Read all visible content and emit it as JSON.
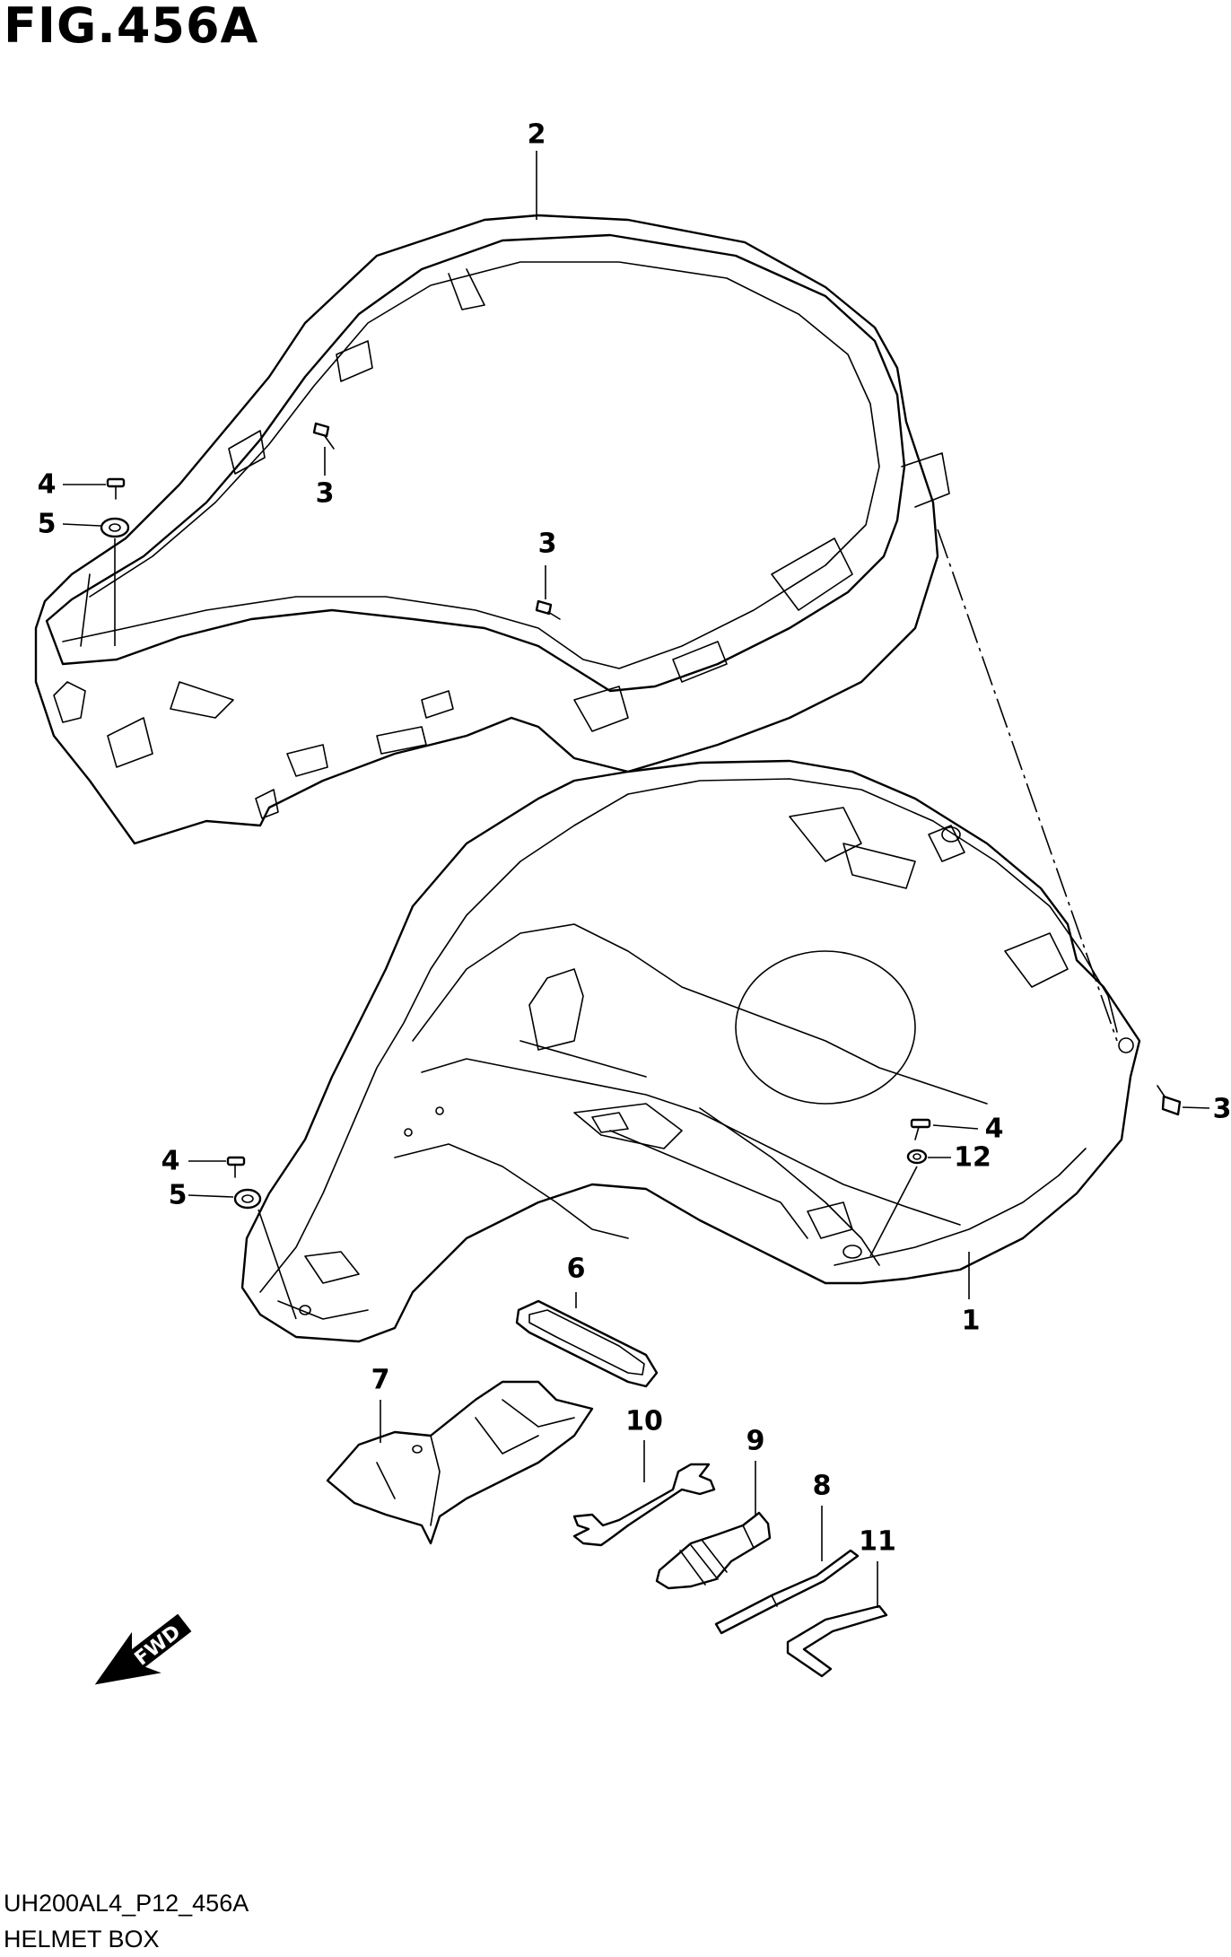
{
  "figure": {
    "title": "FIG.456A",
    "code": "UH200AL4_P12_456A",
    "name": "HELMET BOX"
  },
  "direction_marker": {
    "label": "FWD",
    "icon": "fwd-arrow-icon"
  },
  "callouts": [
    {
      "id": "c2",
      "label": "2"
    },
    {
      "id": "c4a",
      "label": "4"
    },
    {
      "id": "c5a",
      "label": "5"
    },
    {
      "id": "c3a",
      "label": "3"
    },
    {
      "id": "c3b",
      "label": "3"
    },
    {
      "id": "c3c",
      "label": "3"
    },
    {
      "id": "c4b",
      "label": "4"
    },
    {
      "id": "c12",
      "label": "12"
    },
    {
      "id": "c4c",
      "label": "4"
    },
    {
      "id": "c5b",
      "label": "5"
    },
    {
      "id": "c6",
      "label": "6"
    },
    {
      "id": "c1",
      "label": "1"
    },
    {
      "id": "c7",
      "label": "7"
    },
    {
      "id": "c10",
      "label": "10"
    },
    {
      "id": "c9",
      "label": "9"
    },
    {
      "id": "c8",
      "label": "8"
    },
    {
      "id": "c11",
      "label": "11"
    }
  ]
}
